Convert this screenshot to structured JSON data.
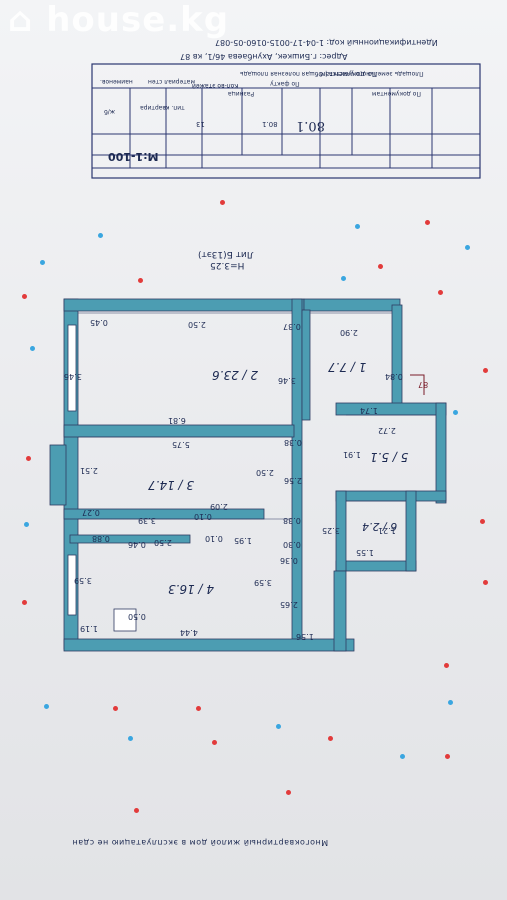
{
  "watermark": "house.kg",
  "header": {
    "identification_code": "Идентификационный код: 1-04-17-0015-0160-05-087",
    "address": "Адрес: г.Бишкек, Ахунбаева 46/1, кв 87"
  },
  "table": {
    "caption": "Площадь земельного участка | Общая полезная площадь",
    "headers": [
      "наименов.",
      "материал стен",
      "Кол-во этажей",
      "Разница",
      "По факту",
      "По документам",
      "По документам"
    ],
    "row": {
      "name": "ж/б",
      "material": "тип. квартира",
      "floors": "13",
      "fact_area": "80.1",
      "docs_area": "80.1"
    },
    "scale": "М:1-100"
  },
  "plan": {
    "litera": "Лит Б(13эт)",
    "height": "Н=3.25"
  },
  "rooms": [
    {
      "label": "2 / 23.6"
    },
    {
      "label": "1 / 7.7"
    },
    {
      "label": "3 / 14.7"
    },
    {
      "label": "5 / 5.1"
    },
    {
      "label": "6 / 2.4"
    },
    {
      "label": "4 / 16.3"
    }
  ],
  "dims": [
    "2.50",
    "0.45",
    "0.37",
    "2.90",
    "3.46",
    "3.46",
    "0.84",
    "87",
    "1.74",
    "6.81",
    "2.72",
    "0.38",
    "5.75",
    "1.91",
    "2.51",
    "2.50",
    "2.56",
    "2.09",
    "0.27",
    "0.10",
    "3.39",
    "0.38",
    "3.25",
    "1.21",
    "0.88",
    "0.10",
    "1.95",
    "0.46",
    "2.50",
    "0.30",
    "1.55",
    "0.36",
    "3.59",
    "3.59",
    "2.65",
    "0.50",
    "1.19",
    "4.44",
    "1.56"
  ],
  "footer": {
    "note": "Многоквартирный жилой дом в эксплуатацию не сдан"
  }
}
